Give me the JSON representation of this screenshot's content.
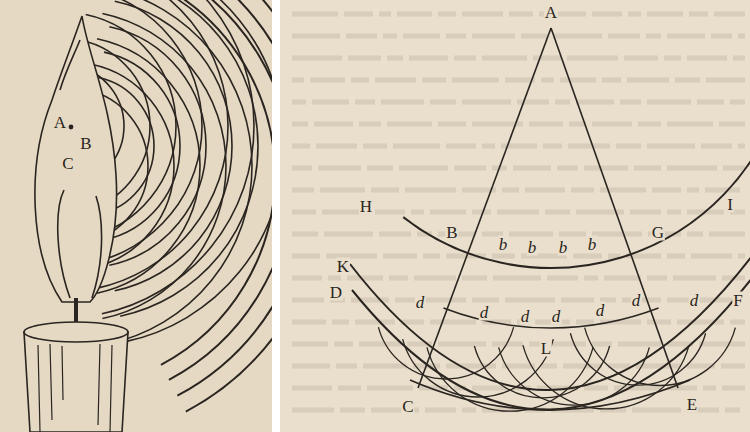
{
  "diagram": {
    "labels": [
      "A",
      "B",
      "C",
      "A",
      "H",
      "I",
      "B",
      "G",
      "b",
      "b",
      "b",
      "b",
      "K",
      "D",
      "d",
      "d",
      "d",
      "d",
      "d",
      "d",
      "d",
      "L",
      "C",
      "E",
      "F"
    ]
  }
}
